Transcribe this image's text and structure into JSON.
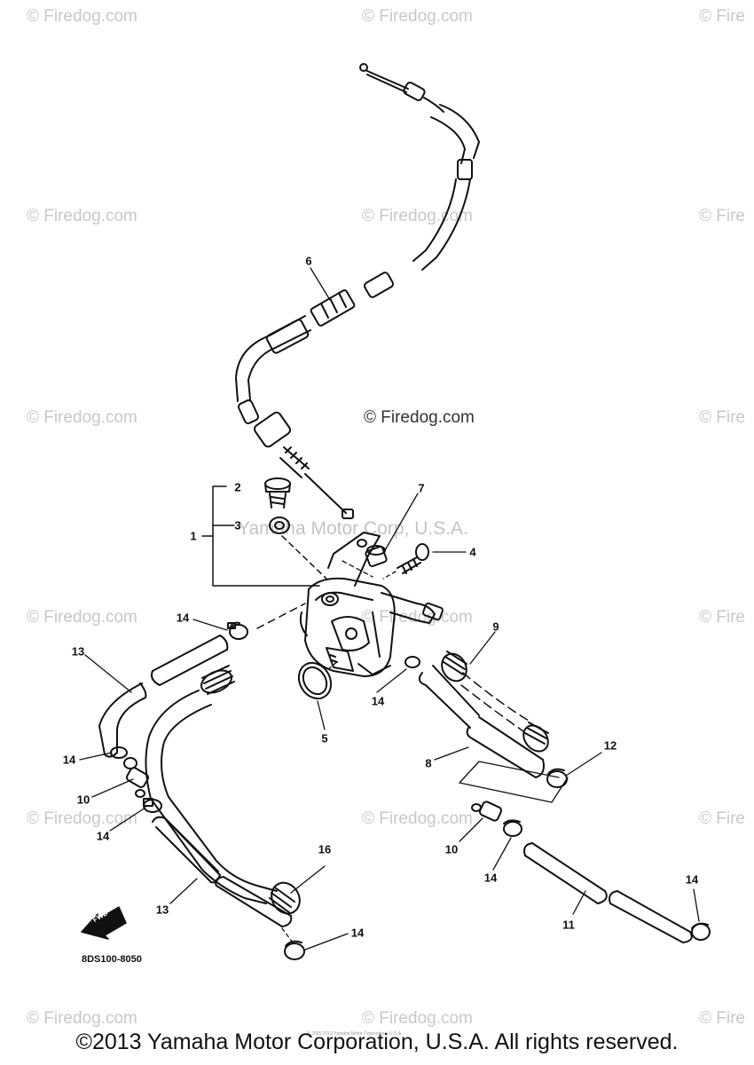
{
  "watermarks": {
    "site": "© Firedog.com",
    "site_partial": "© Fire",
    "center": "© Firedog.com",
    "yamaha": "Yamaha Motor Corp, U.S.A."
  },
  "callouts": {
    "c1": "1",
    "c2": "2",
    "c3": "3",
    "c4": "4",
    "c5": "5",
    "c6": "6",
    "c7": "7",
    "c8": "8",
    "c9": "9",
    "c10a": "10",
    "c10b": "10",
    "c11": "11",
    "c12": "12",
    "c13a": "13",
    "c13b": "13",
    "c14a": "14",
    "c14b": "14",
    "c14c": "14",
    "c14d": "14",
    "c14e": "14",
    "c14f": "14",
    "c14g": "14",
    "c16": "16"
  },
  "fwd_label": "FWD",
  "part_code": "8DS100-8050",
  "tiny_note": "© 2005-2013 Yamaha Motor Corporation, U.S.A.",
  "copyright": "©2013 Yamaha Motor Corporation, U.S.A. All rights reserved.",
  "colors": {
    "line": "#111111",
    "watermark": "#c8c8c8"
  }
}
